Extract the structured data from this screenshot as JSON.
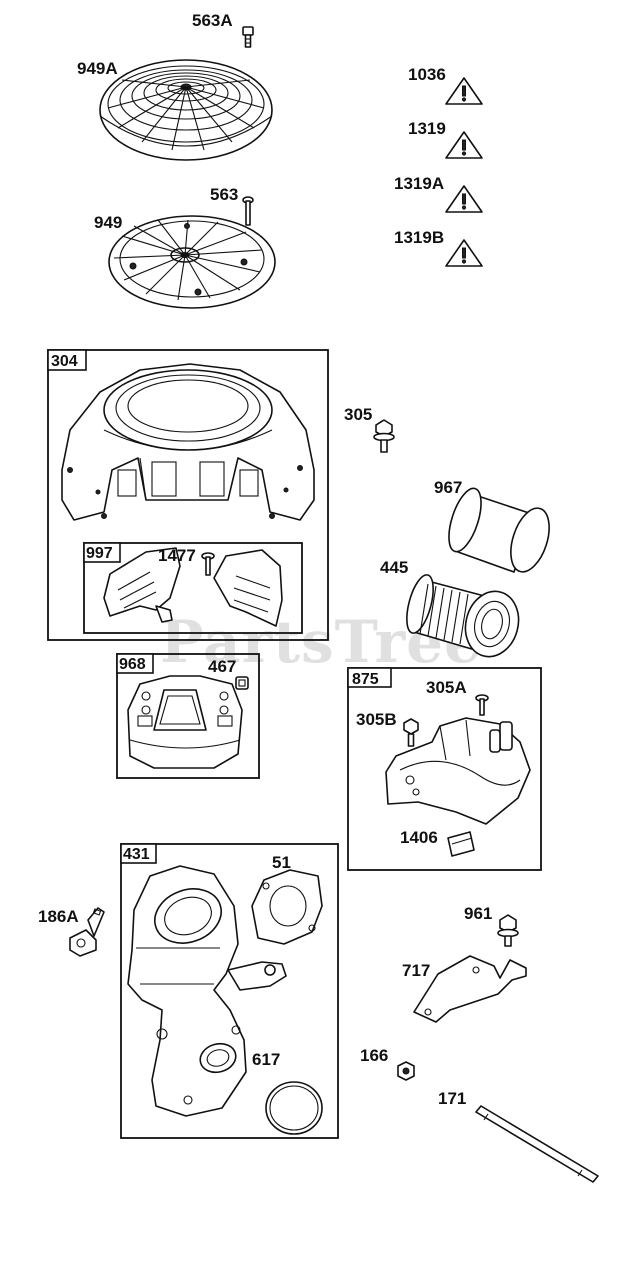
{
  "watermark": {
    "text": "PartsTree",
    "tm": "™"
  },
  "labels": {
    "p563A": "563A",
    "p949A": "949A",
    "p563": "563",
    "p949": "949",
    "p1036": "1036",
    "p1319": "1319",
    "p1319A": "1319A",
    "p1319B": "1319B",
    "p305": "305",
    "p967": "967",
    "p445": "445",
    "p1477": "1477",
    "p467": "467",
    "p305A": "305A",
    "p305B": "305B",
    "p1406": "1406",
    "p51": "51",
    "p186A": "186A",
    "p961": "961",
    "p717": "717",
    "p617": "617",
    "p166": "166",
    "p171": "171"
  },
  "boxes": {
    "b304": "304",
    "b997": "997",
    "b968": "968",
    "b875": "875",
    "b431": "431"
  },
  "colors": {
    "line": "#111111",
    "watermark": "#d6d6d6",
    "background": "#ffffff"
  }
}
